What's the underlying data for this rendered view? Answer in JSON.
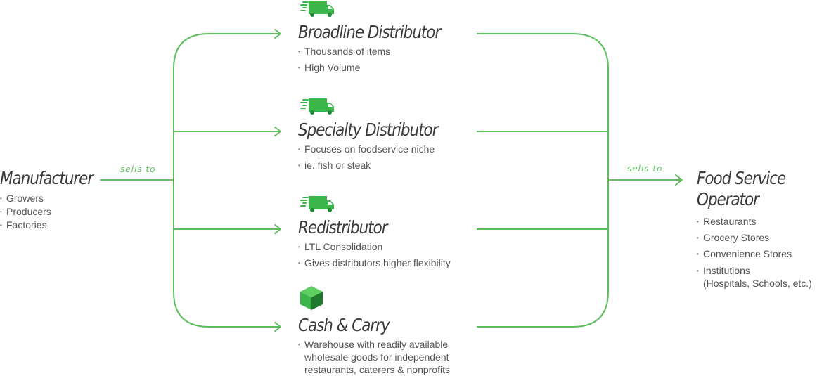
{
  "colors": {
    "line": "#5cbf5c",
    "icon_fill": "#3cb54a",
    "icon_dark": "#1f8a35",
    "title": "#3a3a3a",
    "text": "#555555"
  },
  "manufacturer": {
    "title": "Manufacturer",
    "items": [
      "Growers",
      "Producers",
      "Factories"
    ]
  },
  "sells_to_left": "sells to",
  "sells_to_right": "sells to",
  "distributors": [
    {
      "icon": "truck-icon",
      "title": "Broadline Distributor",
      "items": [
        "Thousands of items",
        "High Volume"
      ]
    },
    {
      "icon": "truck-icon",
      "title": "Specialty Distributor",
      "items": [
        "Focuses on foodservice niche",
        "ie. fish or steak"
      ]
    },
    {
      "icon": "truck-icon",
      "title": "Redistributor",
      "items": [
        "LTL Consolidation",
        "Gives distributors higher flexibility"
      ]
    },
    {
      "icon": "box-icon",
      "title": "Cash & Carry",
      "items": [
        "Warehouse with readily available\nwholesale goods for independent\nrestaurants, caterers & nonprofits"
      ]
    }
  ],
  "operator": {
    "title_line1": "Food Service",
    "title_line2": "Operator",
    "items": [
      "Restaurants",
      "Grocery Stores",
      "Convenience Stores",
      "Institutions\n(Hospitals, Schools, etc.)"
    ]
  }
}
